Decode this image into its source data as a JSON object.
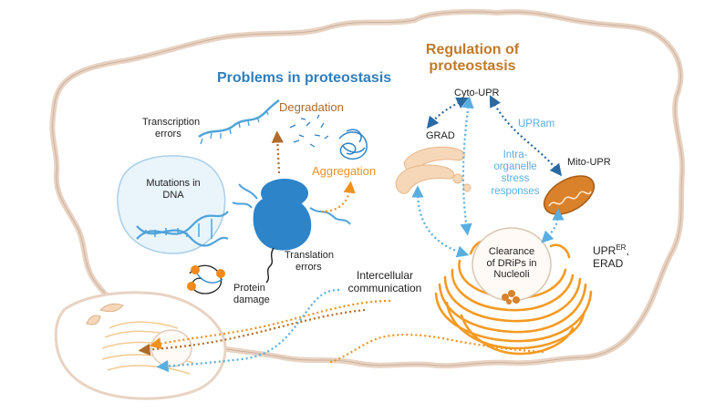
{
  "colors": {
    "cell_outline": "#e8d3c3",
    "problems_title": "#2f7fbf",
    "regulation_title": "#c07a2a",
    "dna_blue": "#4fa3d9",
    "ribosome_blue": "#2d84c9",
    "degradation_brown": "#b06a2a",
    "aggregation_orange": "#f0921e",
    "er_orange": "#f59a23",
    "dotted_blue": "#58aee0",
    "dotted_dark_blue": "#2a6aa3"
  },
  "titles": {
    "problems": "Problems in proteostasis",
    "regulation": [
      "Regulation of",
      "proteostasis"
    ]
  },
  "problems": {
    "transcription_errors": [
      "Transcription",
      "errors"
    ],
    "mutations_in_dna": [
      "Mutations in",
      "DNA"
    ],
    "degradation": "Degradation",
    "aggregation": "Aggregation",
    "translation_errors": [
      "Translation",
      "errors"
    ],
    "protein_damage": [
      "Protein",
      "damage"
    ]
  },
  "regulation": {
    "cyto_upr": "Cyto-UPR",
    "grad": "GRAD",
    "upram": "UPRam",
    "intra_organelle": [
      "Intra-",
      "organelle",
      "stress",
      "responses"
    ],
    "mito_upr": "Mito-UPR",
    "clearance": [
      "Clearance",
      "of DRiPs in",
      "Nucleoli"
    ],
    "upr_er": {
      "base": "UPR",
      "superscript": "ER",
      "suffix": ","
    },
    "erad": "ERAD"
  },
  "intercellular": [
    "Intercellular",
    "communication"
  ],
  "icons": {
    "cell": "cell-outline-icon",
    "nucleus": "nucleus-icon",
    "dna": "dna-helix-icon",
    "mrna": "mrna-strand-icon",
    "ribosome": "ribosome-icon",
    "golgi": "golgi-icon",
    "mitochondrion": "mitochondrion-icon",
    "nucleolus": "nucleolus-icon",
    "er": "endoplasmic-reticulum-icon",
    "neighbor_cell": "neighbor-cell-icon"
  }
}
